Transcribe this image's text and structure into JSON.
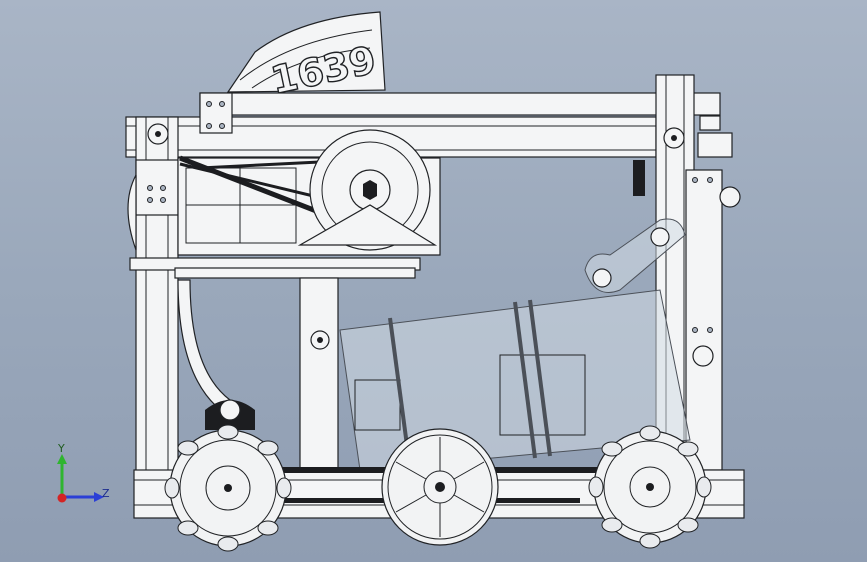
{
  "viewport": {
    "background_top": "#a9b5c6",
    "background_bottom": "#8f9db2",
    "model_color": "#f4f5f6",
    "edge_color": "#202225"
  },
  "model": {
    "plate_number": "1639",
    "wheels": [
      "rear-omni-wheel",
      "middle-traction-wheel",
      "front-omni-wheel"
    ]
  },
  "triad": {
    "y_label": "Y",
    "z_label": "Z",
    "y_color": "#2fb52f",
    "z_color": "#2b3fd6",
    "x_color": "#d42424"
  }
}
